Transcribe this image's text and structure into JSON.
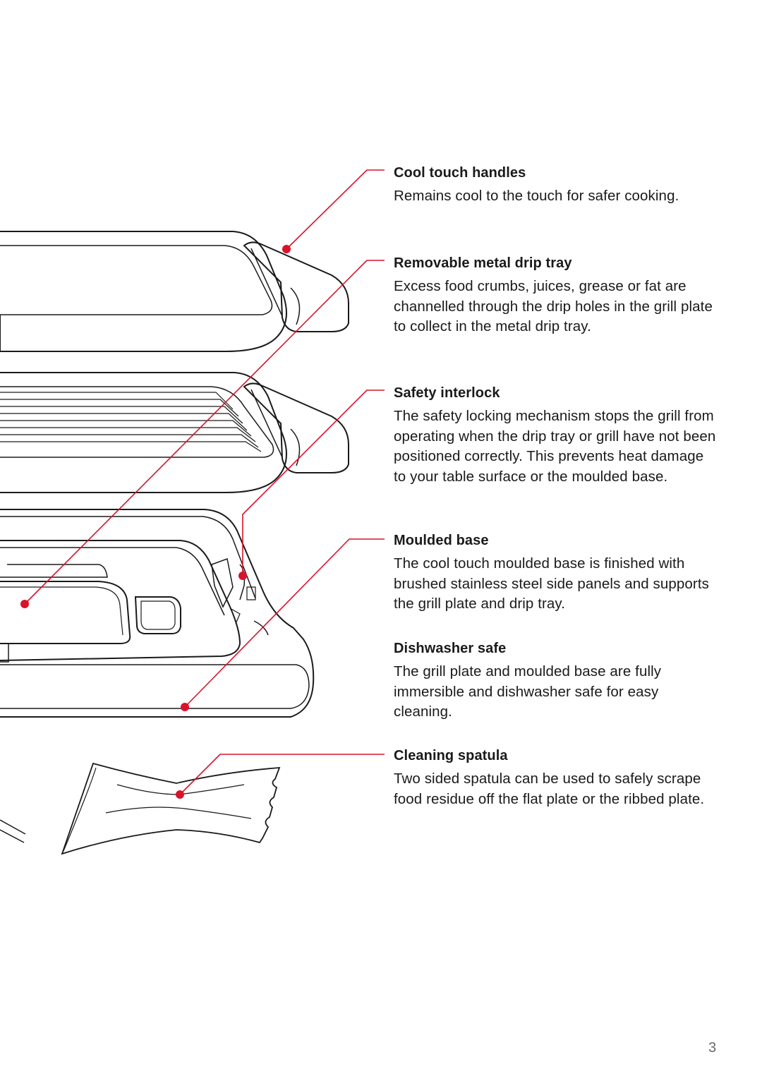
{
  "features": [
    {
      "title": "Cool touch handles",
      "description": "Remains cool to the touch for safer cooking."
    },
    {
      "title": "Removable metal drip tray",
      "description": "Excess food crumbs, juices, grease or fat are channelled through the drip holes in the grill plate to collect in the metal drip tray."
    },
    {
      "title": "Safety interlock",
      "description": "The safety locking mechanism stops the grill from operating when the drip tray or grill have not been positioned correctly. This prevents heat damage to your table surface or the moulded base."
    },
    {
      "title": "Moulded base",
      "description": "The cool touch moulded base is finished with brushed stainless steel side panels and supports the grill plate and drip tray."
    },
    {
      "title": "Dishwasher safe",
      "description": "The grill plate and moulded base are fully immersible and dishwasher safe for easy cleaning."
    },
    {
      "title": "Cleaning spatula",
      "description": "Two sided spatula can be used to safely scrape food residue off the flat plate or the ribbed plate."
    }
  ],
  "page_number": "3",
  "colors": {
    "callout": "#d9132a",
    "line_art": "#1a1a1a",
    "text": "#1a1a1a"
  }
}
